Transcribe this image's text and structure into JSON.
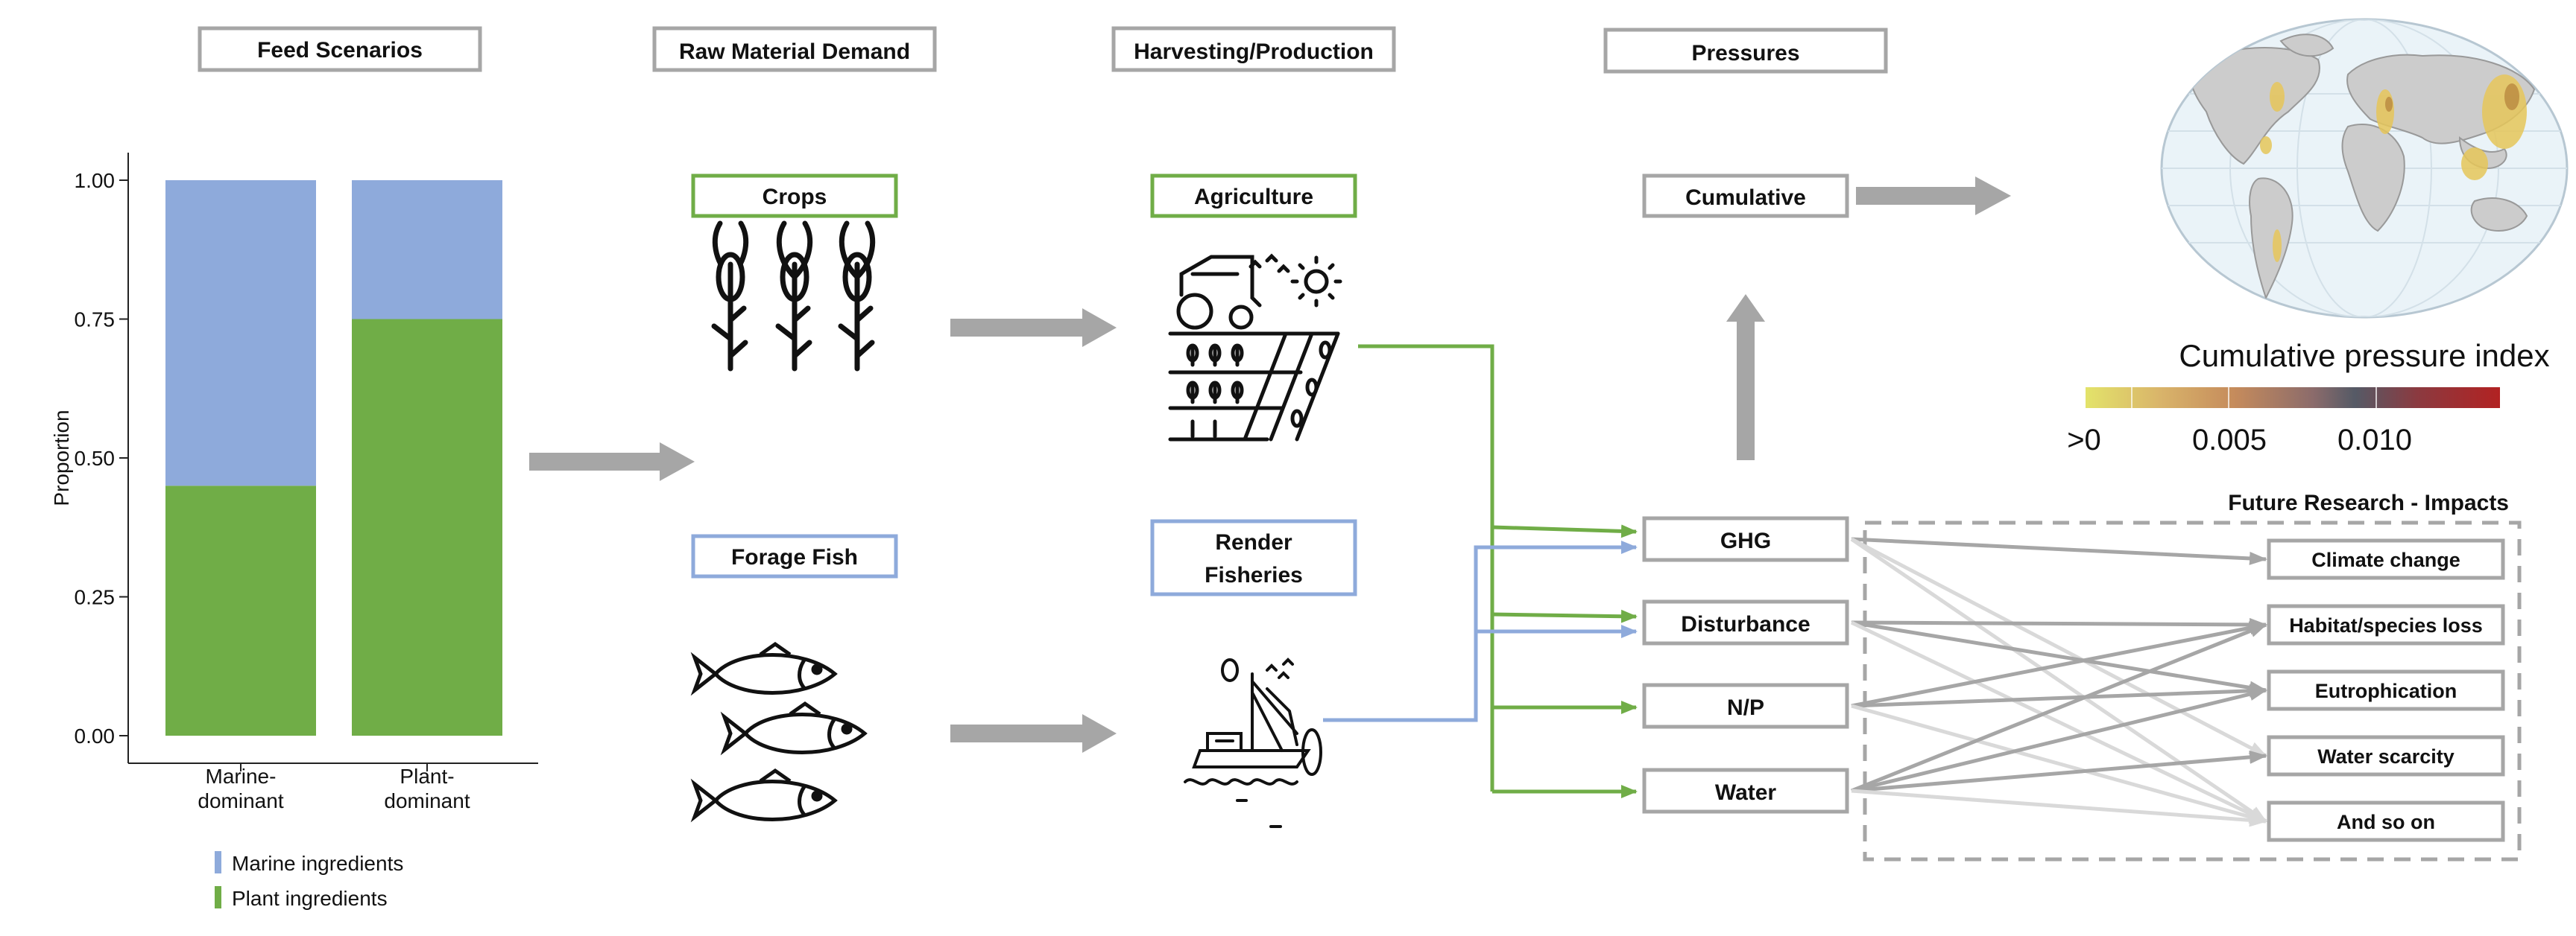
{
  "headers": {
    "feed_scenarios": "Feed Scenarios",
    "raw_material_demand": "Raw Material Demand",
    "harvesting_production": "Harvesting/Production",
    "pressures": "Pressures"
  },
  "raw_materials": {
    "crops": "Crops",
    "forage_fish": "Forage Fish"
  },
  "production": {
    "agriculture": "Agriculture",
    "render_fisheries_line1": "Render",
    "render_fisheries_line2": "Fisheries"
  },
  "pressures": {
    "cumulative": "Cumulative",
    "ghg": "GHG",
    "disturbance": "Disturbance",
    "np": "N/P",
    "water": "Water"
  },
  "map": {
    "colorbar_title": "Cumulative pressure index",
    "colorbar_labels": [
      ">0",
      "0.005",
      "0.010"
    ]
  },
  "future_research": {
    "title": "Future Research - Impacts",
    "impacts": [
      "Climate change",
      "Habitat/species loss",
      "Eutrophication",
      "Water scarcity",
      "And so on"
    ]
  },
  "colors": {
    "marine": "#8eaadb",
    "plant": "#70ad47",
    "arrow": "#a6a6a6",
    "box_border": "#a6a6a6"
  },
  "chart_data": {
    "type": "bar",
    "stacked": true,
    "categories": [
      "Marine-\ndominant",
      "Plant-\ndominant"
    ],
    "series": [
      {
        "name": "Plant ingredients",
        "color": "#70ad47",
        "values": [
          0.45,
          0.75
        ]
      },
      {
        "name": "Marine ingredients",
        "color": "#8eaadb",
        "values": [
          0.55,
          0.25
        ]
      }
    ],
    "ylabel": "Proportion",
    "xlabel": "",
    "ylim": [
      0,
      1
    ],
    "yticks": [
      "0.00",
      "0.25",
      "0.50",
      "0.75",
      "1.00"
    ],
    "grid": false,
    "legend": "bottom"
  }
}
